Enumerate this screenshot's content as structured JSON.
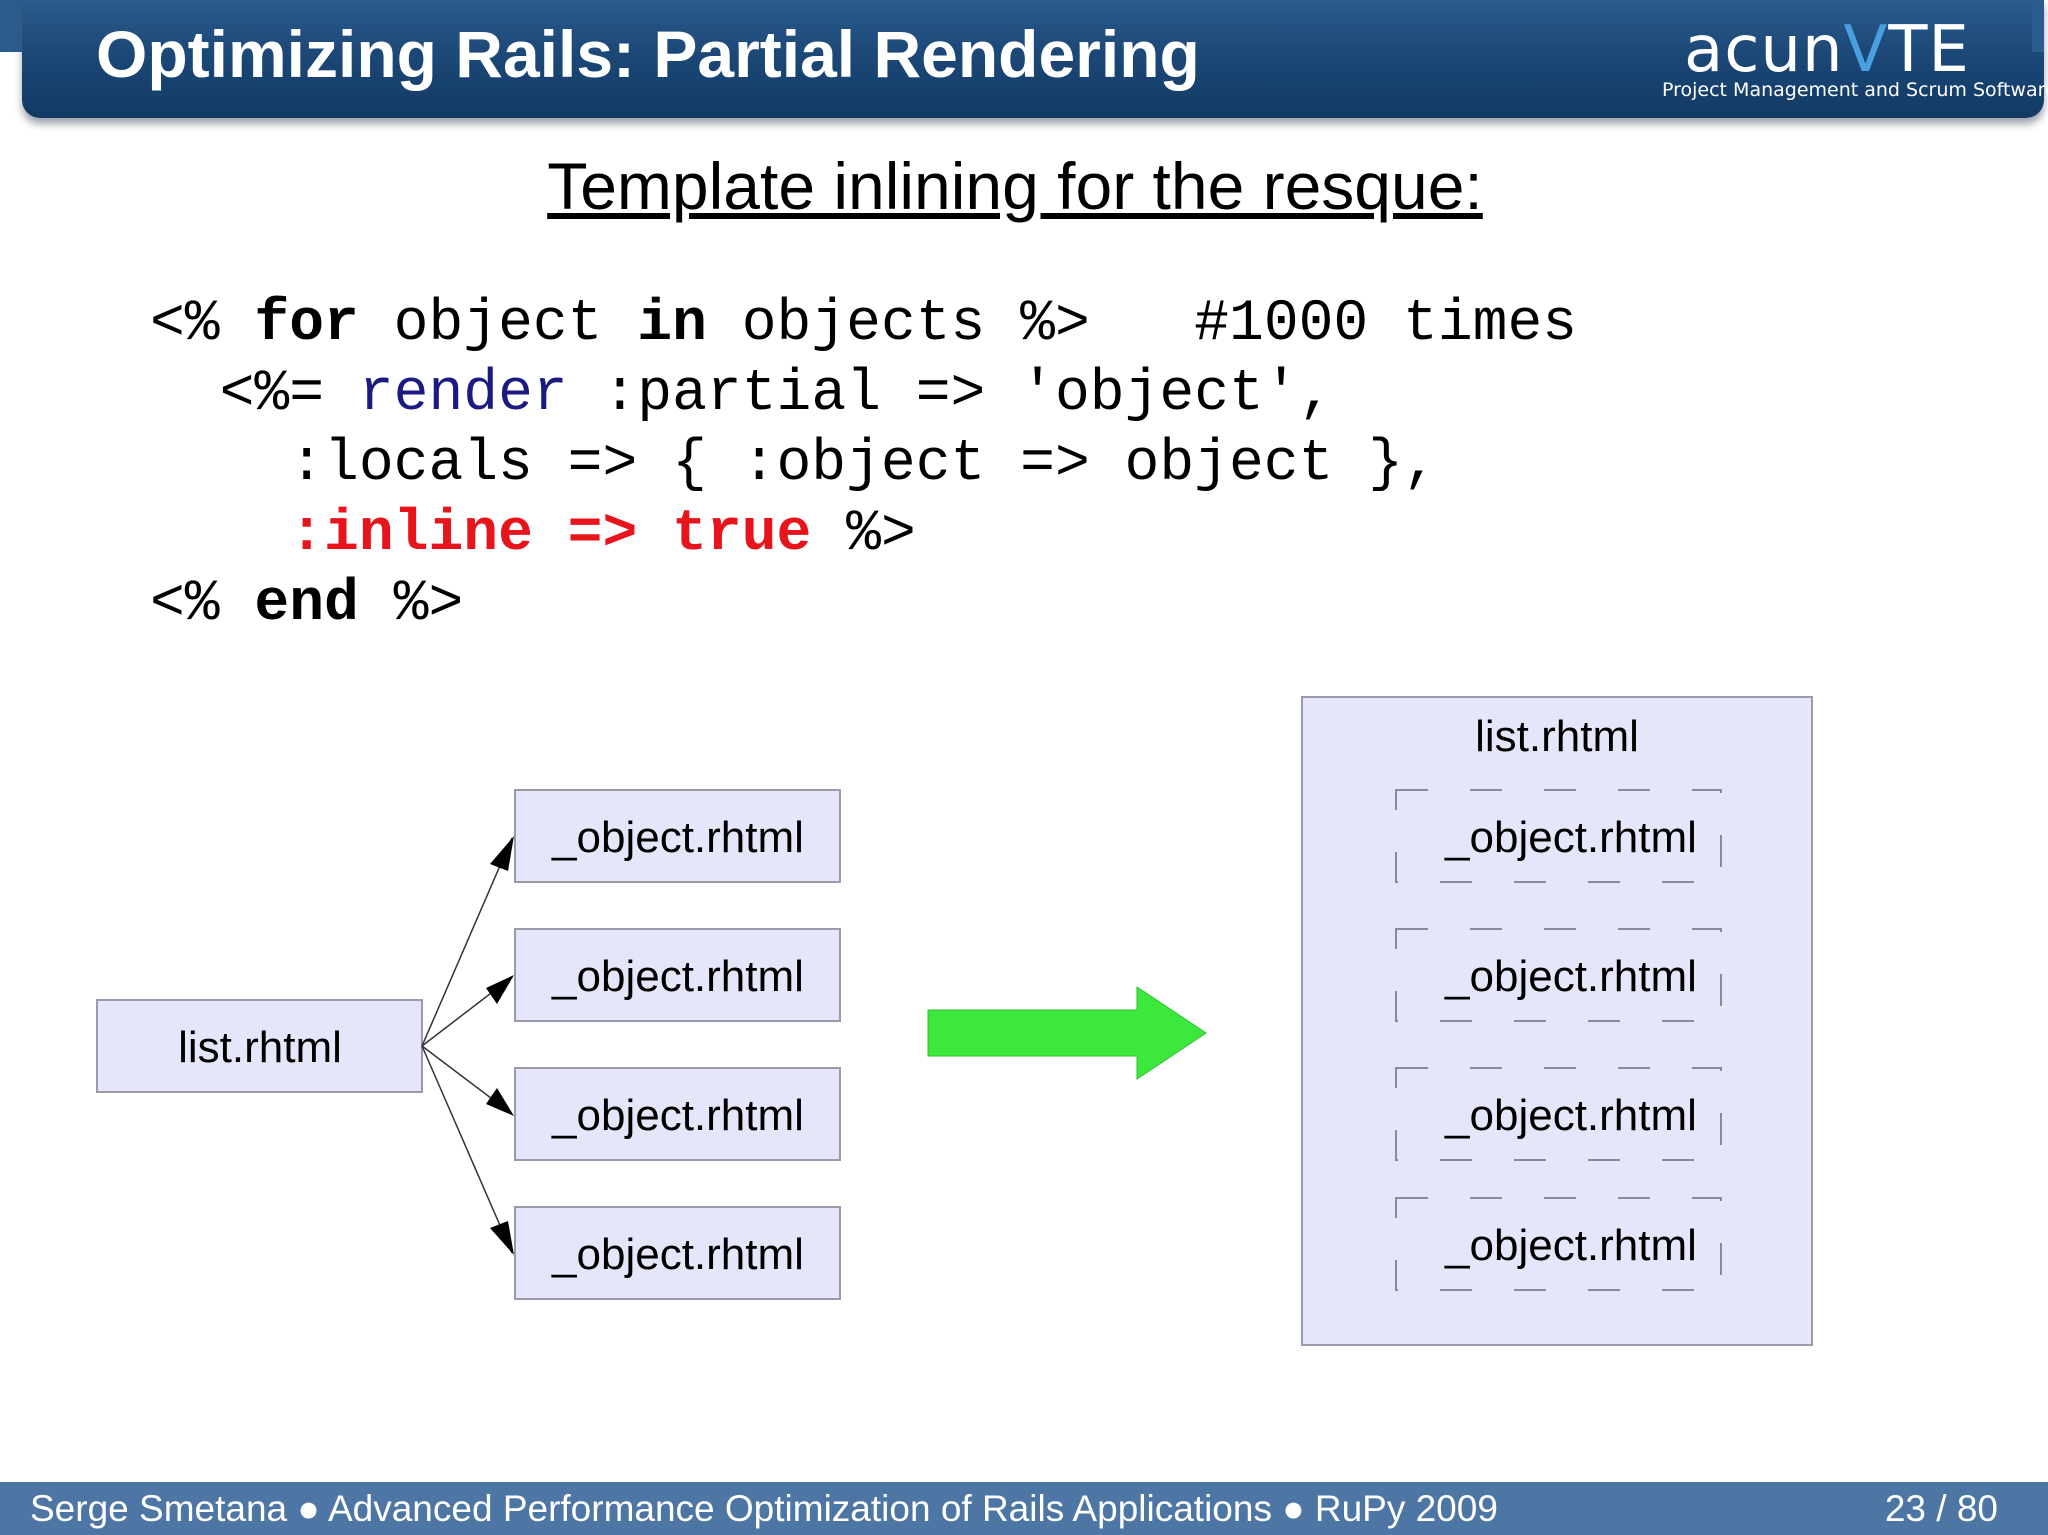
{
  "header": {
    "title": "Optimizing Rails: Partial Rendering",
    "logo": {
      "word_before": "acun",
      "word_mark": "V",
      "word_after": "TE",
      "tagline": "Project Management and Scrum Software"
    }
  },
  "slide": {
    "subtitle": "Template inlining for the resque:",
    "code": {
      "line1": {
        "open": "<% ",
        "kw_for": "for",
        "mid1": " object ",
        "kw_in": "in",
        "mid2": " objects %>   #1000 times"
      },
      "line2": {
        "open": "  <%= ",
        "fn_render": "render",
        "rest": " :partial => 'object',"
      },
      "line3": {
        "text": "    :locals => { :object => object },"
      },
      "line4": {
        "indent": "    ",
        "highlight": ":inline => true",
        "rest": " %>"
      },
      "line5": {
        "open": "<% ",
        "kw_end": "end",
        "rest": " %>"
      }
    },
    "diagram": {
      "source_box": "list.rhtml",
      "partial_boxes": [
        "_object.rhtml",
        "_object.rhtml",
        "_object.rhtml",
        "_object.rhtml"
      ],
      "result_container": "list.rhtml",
      "inlined_boxes": [
        "_object.rhtml",
        "_object.rhtml",
        "_object.rhtml",
        "_object.rhtml"
      ],
      "colors": {
        "box_fill": "#e6e6fa",
        "box_stroke": "#9a9aaa",
        "arrow_green": "#3de83d"
      }
    }
  },
  "footer": {
    "text": "Serge Smetana ● Advanced Performance Optimization of Rails Applications ● RuPy 2009",
    "page": "23 / 80"
  }
}
